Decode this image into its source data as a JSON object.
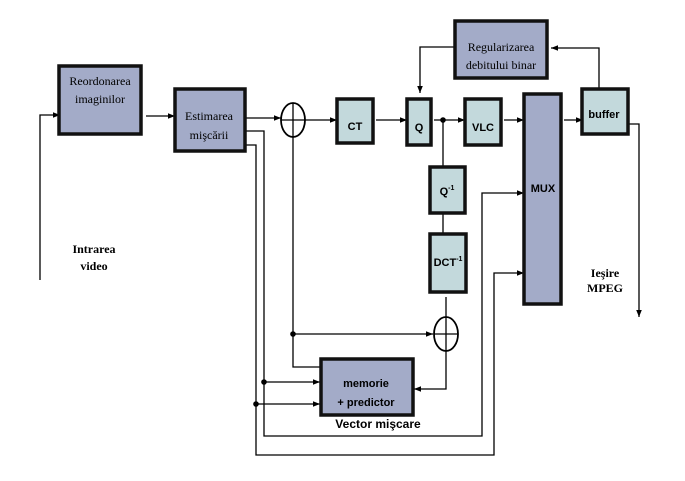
{
  "diagram": {
    "title": "MPEG video encoder block diagram",
    "blocks": {
      "reorder": {
        "line1": "Reordonarea",
        "line2": "imaginilor"
      },
      "motion_estimation": {
        "line1": "Estimarea",
        "line2": "mişcării"
      },
      "ct": {
        "label": "CT"
      },
      "q": {
        "label": "Q"
      },
      "vlc": {
        "label": "VLC"
      },
      "mux": {
        "label": "MUX"
      },
      "buffer": {
        "label": "buffer"
      },
      "rate_control": {
        "line1": "Regularizarea",
        "line2": "debitului binar"
      },
      "iq": {
        "label": "Q",
        "sup": "-1"
      },
      "idct": {
        "label": "DCT",
        "sup": "-1"
      },
      "memory_predictor": {
        "line1": "memorie",
        "line2": "+ predictor"
      }
    },
    "labels": {
      "input": {
        "line1": "Intrarea",
        "line2": "video"
      },
      "output": {
        "line1": "Ieşire",
        "line2": "MPEG"
      },
      "motion_vector": "Vector mişcare"
    },
    "colors": {
      "dark_block": "#a3abc8",
      "light_block": "#c3d9dc",
      "border": "#111111",
      "line": "#000000"
    }
  }
}
